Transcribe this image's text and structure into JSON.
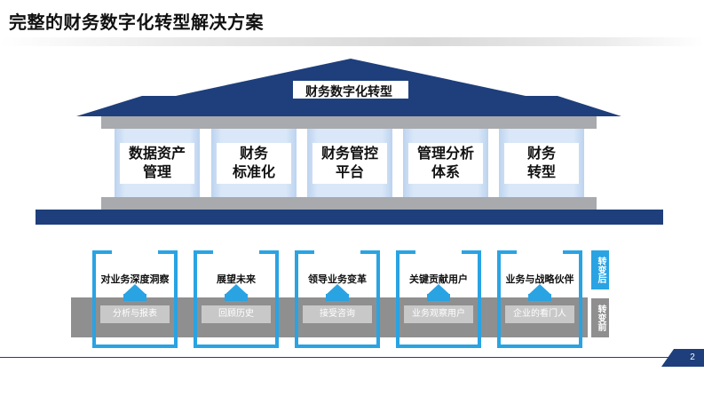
{
  "slide": {
    "title": "完整的财务数字化转型解决方案",
    "page_number": "2"
  },
  "building": {
    "roof_label": "财务数字化转型",
    "pillars": [
      {
        "line1": "数据资产",
        "line2": "管理"
      },
      {
        "line1": "财务",
        "line2": "标准化"
      },
      {
        "line1": "财务管控",
        "line2": "平台"
      },
      {
        "line1": "管理分析",
        "line2": "体系"
      },
      {
        "line1": "财务",
        "line2": "转型"
      }
    ]
  },
  "transformation": {
    "after_tag": "转变后",
    "before_tag": "转变前",
    "items": [
      {
        "after": "对业务深度洞察",
        "before": "分析与报表"
      },
      {
        "after": "展望未来",
        "before": "回顾历史"
      },
      {
        "after": "领导业务变革",
        "before": "接受咨询"
      },
      {
        "after": "关键贡献用户",
        "before": "业务观察用户"
      },
      {
        "after": "业务与战略伙伴",
        "before": "企业的看门人"
      }
    ]
  },
  "colors": {
    "navy": "#1e3f7c",
    "accent_blue": "#2aa3e3",
    "gray": "#8f8f8f",
    "pillar_blue": "#d9e7f8"
  }
}
